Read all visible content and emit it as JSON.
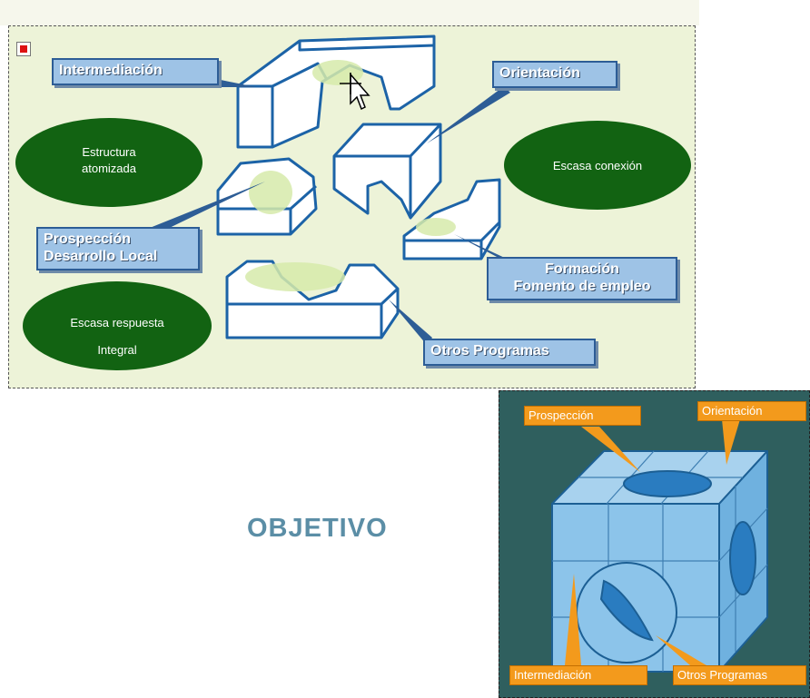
{
  "top_diagram": {
    "labels": {
      "intermediacion": "Intermediación",
      "orientacion": "Orientación",
      "prospeccion_line1": "Prospección",
      "prospeccion_line2": "Desarrollo Local",
      "formacion_line1": "Formación",
      "formacion_line2": "Fomento de empleo",
      "otros": "Otros Programas"
    },
    "ellipses": {
      "estructura_line1": "Estructura",
      "estructura_line2": "atomizada",
      "escasa_conexion": "Escasa conexión",
      "escasa_respuesta": "Escasa respuesta",
      "integral": "Integral"
    }
  },
  "title": "OBJETIVO",
  "cube_diagram": {
    "labels": {
      "prospeccion": "Prospección",
      "orientacion": "Orientación",
      "intermediacion": "Intermediación",
      "otros": "Otros Programas"
    }
  },
  "colors": {
    "panel_bg": "#edf3d8",
    "ellipse_green": "#126312",
    "label_blue": "#9ec3e6",
    "piece_stroke": "#1c63a7",
    "cube_panel_bg": "#2f5f5e",
    "orange": "#f39a1c",
    "title": "#5b8ea6"
  }
}
